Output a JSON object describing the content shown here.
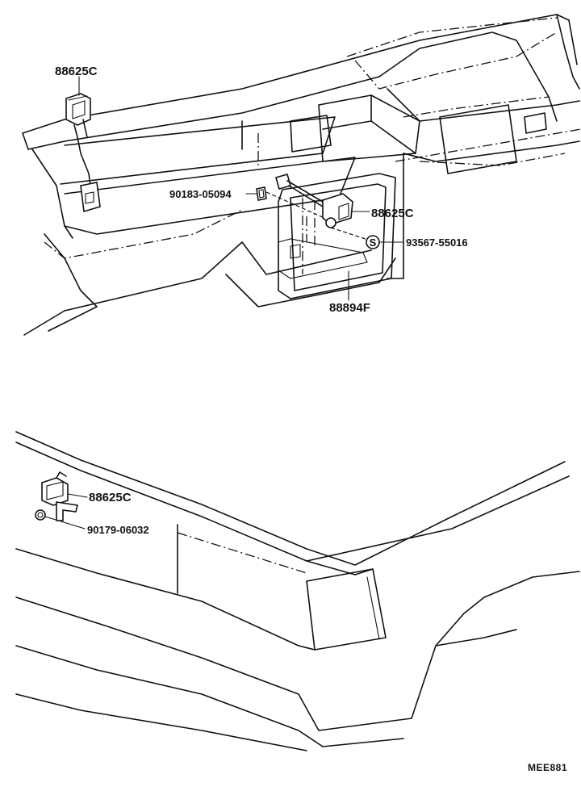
{
  "labels": {
    "top_left_part": "88625C",
    "clip_part": "90183-05094",
    "right_part": "88625C",
    "screw_symbol": "S",
    "screw_part": "93567-55016",
    "bracket_part": "88894F",
    "lower_part": "88625C",
    "nut_part": "90179-06032",
    "drawing_code": "MEE881"
  },
  "colors": {
    "ink": "#111111",
    "paper": "#ffffff"
  }
}
